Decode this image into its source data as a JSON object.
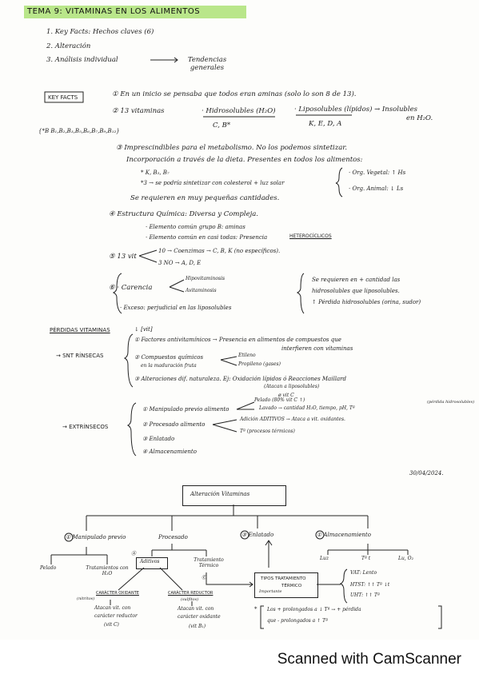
{
  "title": "TEMA 9: VITAMINAS EN LOS ALIMENTOS",
  "index": [
    "1. Key Facts: Hechos claves (6)",
    "2. Alteración",
    "3. Análisis individual"
  ],
  "index_arrow_target": "Tendencias generales",
  "key_facts": {
    "label": "KEY FACTS",
    "f1": "① En un inicio se pensaba que todos eran aminas (solo lo son 8 de 13).",
    "f2_a": "② 13 vitaminas",
    "f2_hidro": "· Hidrosolubles (H₂O)",
    "f2_hidro_list": "C, B*",
    "f2_lipo": "· Liposolubles (lípidos) → Insolubles",
    "f2_lipo_2": "en H₂O.",
    "f2_lipo_list": "K, E, D, A",
    "b_note": "{*B B₁,B₂,B₃,B₅,B₆,B₇,B₉,B₁₂}",
    "f3_a": "③ Imprescindibles para el metabolismo. No los podemos sintetizar.",
    "f3_b": "Incorporación a través de la dieta. Presentes en todos los alimentos:",
    "f3_c": "* K, B₃, B₇",
    "f3_d": "*3 → se podría sintetizar con colesterol + luz solar",
    "f3_veg": "· Org. Vegetal: ↑ Hs",
    "f3_ani": "· Org. Animal: ↓ Ls",
    "f3_e": "Se requieren en muy pequeñas cantidades.",
    "f4_a": "④ Estructura Química: Diversa y Compleja.",
    "f4_b": "· Elemento común grupo B: aminas",
    "f4_c": "· Elemento común en casi todas: Presencia",
    "f4_c_tag": "HETEROCÍCLICOS",
    "f5_a": "⑤ 13 vit",
    "f5_b": "10 → Coenzimas → C, B, K (no específicos).",
    "f5_c": "3 NO → A, D, E",
    "f6_a": "⑥ · Carencia",
    "f6_hipo": "Hipovitaminosis",
    "f6_avi": "Avitaminosis",
    "f6_exc": "· Exceso: perjudicial en las liposolubles",
    "f6_r1": "Se requieren en + cantidad las",
    "f6_r2": "hidrosolubles que liposolubles.",
    "f6_r3": "↑ Pérdida hidrosolubles (orina, sudor)"
  },
  "perdidas": {
    "heading": "PÉRDIDAS VITAMINAS",
    "heading_note": "↓ [vit]",
    "intr_label": "→ SNT RÍNSECAS",
    "i1": "① Factores antivitamínicos → Presencia en alimentos de compuestos que",
    "i1b": "interfieren con vitaminas",
    "i2": "② Compuestos químicos",
    "i2b": "en la maduración fruta",
    "i2_eth": "Etileno",
    "i2_pro": "Propileno (gases)",
    "i3": "③ Alteraciones dif. naturaleza. Ej: Oxidación lípidos ó Reacciones Maillard",
    "i3b": "(Atacan a liposolubles)",
    "i3c": "ø vit C",
    "extr_label": "→ EXTRÍNSECOS",
    "e_top": "Pelado (80% vit C ↑)",
    "e1": "① Manipulado previo alimento",
    "e1_lav": "Lavado → cantidad H₂O, tiempo, pH, Tª",
    "e1_tag": "(pérdida hidrosolubles)",
    "e2": "② Procesado alimento",
    "e2_a": "Adición ADITIVOS → Ataca a vit. oxidantes.",
    "e2_b": "Tª (procesos térmicos)",
    "e3": "③ Enlatado",
    "e4": "④ Almacenamiento"
  },
  "date": "30/04/2024.",
  "diagram": {
    "root": "Alteración Vitaminas",
    "n1": "① Manipulado previo",
    "n2": "Procesado",
    "n3": "③ Enlatado",
    "n4": "① Almacenamiento",
    "pelado": "Pelado",
    "tratamientos_h2o": "Tratamientos con H₂O",
    "aditivos": "Aditivos",
    "aditivos_mark": "Ⓐ",
    "trat_term": "Tratamiento Térmico",
    "luz": "Luz",
    "temp": "Tª t",
    "luz_o2": "Lu, O₂",
    "car_ox": "CARÁCTER OXIDANTE",
    "car_ox_sub": "(nitritos)",
    "car_ox_1": "Atacan vit. con",
    "car_ox_2": "carácter reductor",
    "car_ox_3": "(vit C)",
    "car_red": "CARÁCTER REDUCTOR",
    "car_red_sub": "(sulfitos)",
    "car_red_1": "Atacan vit. con",
    "car_red_2": "carácter oxidante",
    "car_red_3": "(vit B₁)",
    "c_mark": "Ⓒ",
    "tipos_1": "TIPOS TRATAMIENTO",
    "tipos_2": "TÉRMICO",
    "importante": "Importante",
    "vat": "VAT: Lento",
    "htst": "HTST: ↑↑ Tª ↓t",
    "uht": "UHT: ↑↑ Tª",
    "law_1": "Los + prolongados a ↓ Tª → + pérdida",
    "law_2": "que - prolongados a ↑ Tª",
    "law_star": "*"
  },
  "footer": "Scanned with CamScanner"
}
